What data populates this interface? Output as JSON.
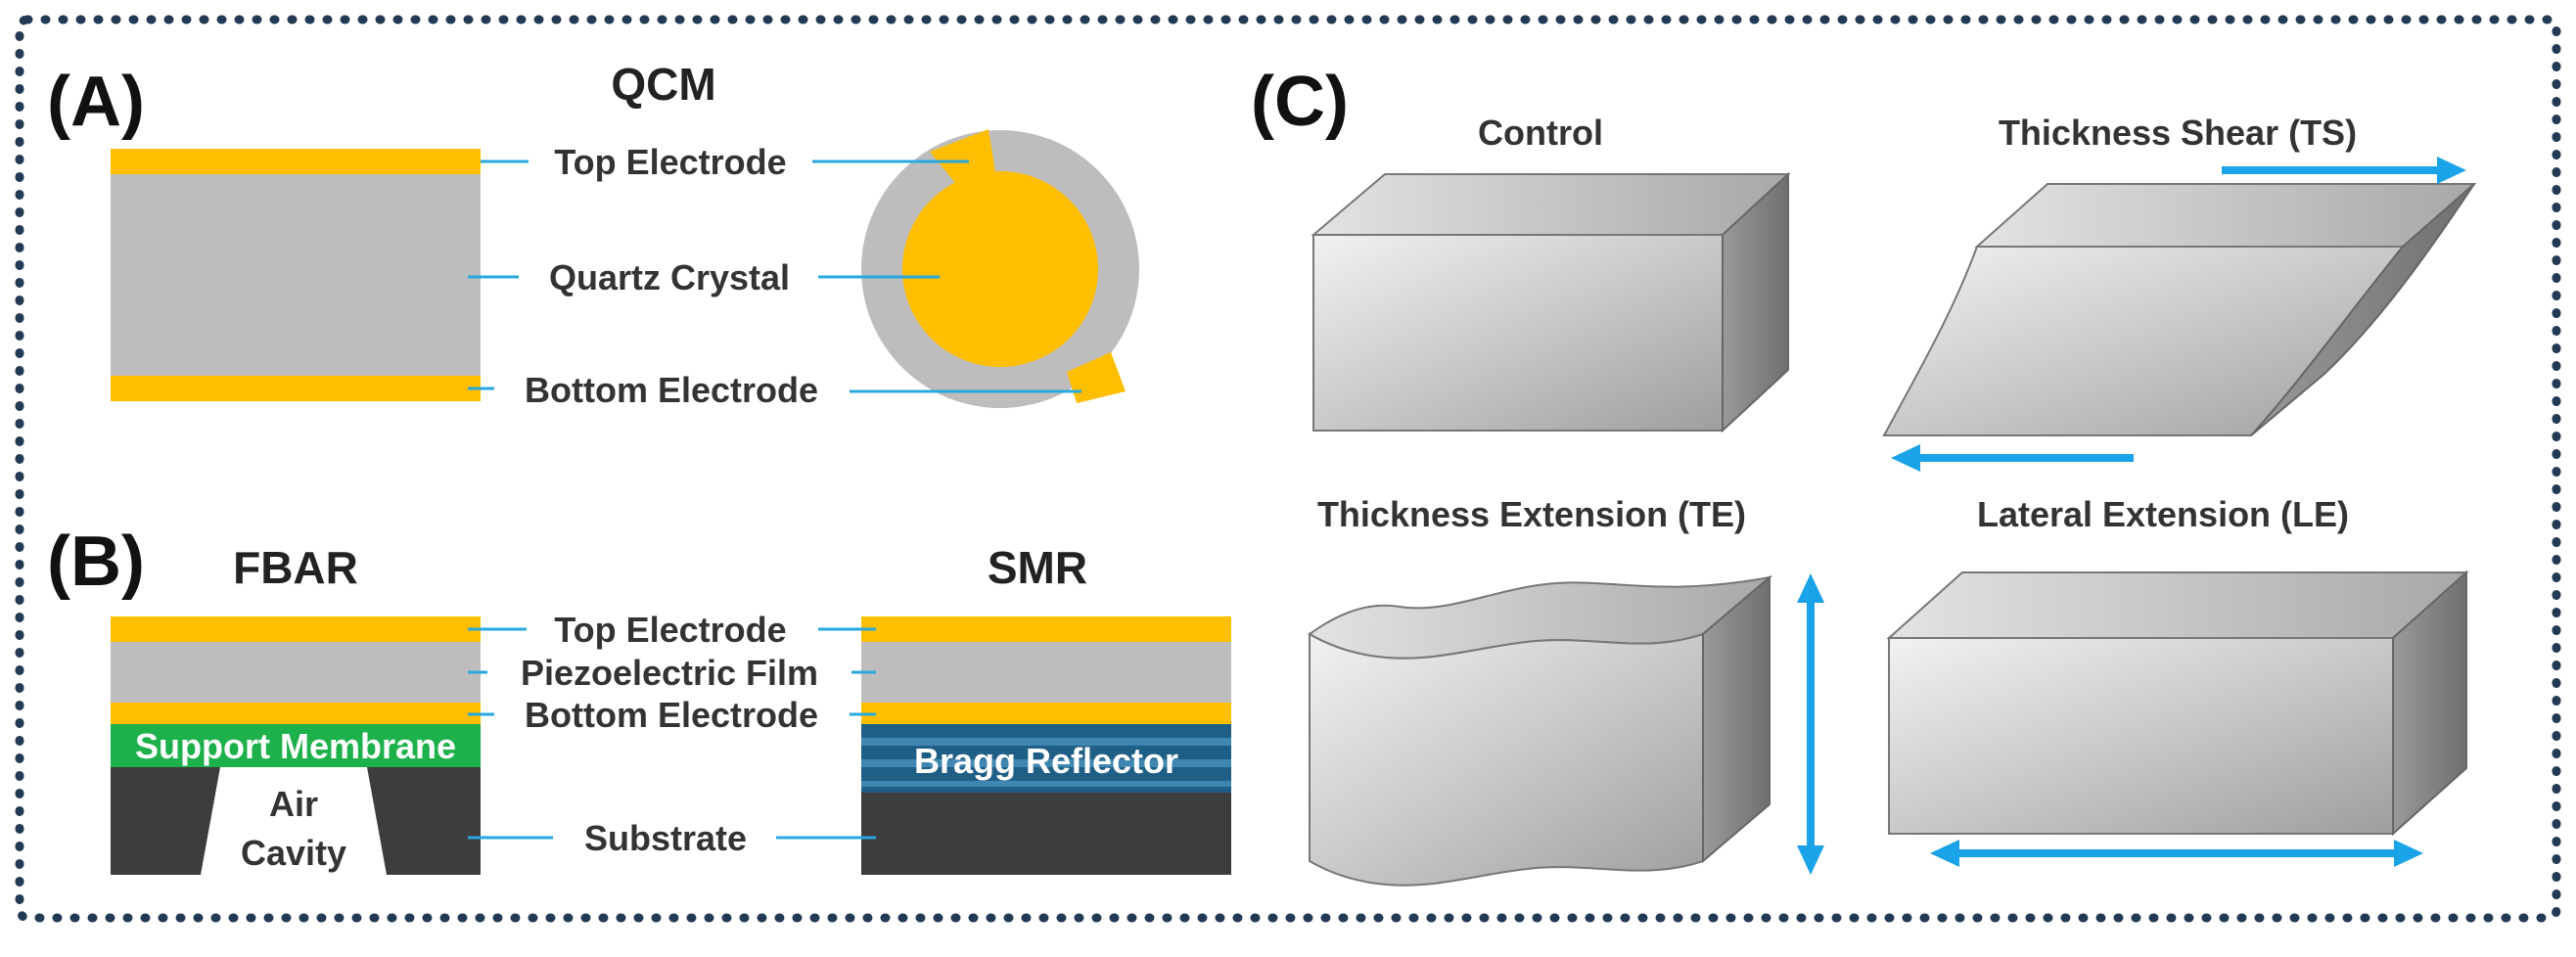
{
  "panels": {
    "a": {
      "letter": "(A)",
      "title": "QCM"
    },
    "b": {
      "letter": "(B)",
      "fbar_title": "FBAR",
      "smr_title": "SMR"
    },
    "c": {
      "letter": "(C)"
    }
  },
  "qcm_labels": {
    "top_electrode": "Top Electrode",
    "quartz_crystal": "Quartz Crystal",
    "bottom_electrode": "Bottom Electrode"
  },
  "baw_labels": {
    "top_electrode": "Top Electrode",
    "piezoelectric_film": "Piezoelectric Film",
    "bottom_electrode": "Bottom Electrode",
    "substrate": "Substrate",
    "support_membrane": "Support Membrane",
    "air_cavity_line1": "Air",
    "air_cavity_line2": "Cavity",
    "bragg_reflector": "Bragg Reflector"
  },
  "modes": {
    "control": "Control",
    "thickness_shear": "Thickness Shear (TS)",
    "thickness_extension": "Thickness Extension (TE)",
    "lateral_extension": "Lateral Extension (LE)"
  },
  "colors": {
    "electrode": "#ffbf00",
    "quartz": "#bdbdbd",
    "membrane": "#1db14b",
    "substrate": "#3d3d3d",
    "bragg": "#1f5f86",
    "leader": "#29a8e0",
    "frame_dots": "#233a55"
  }
}
